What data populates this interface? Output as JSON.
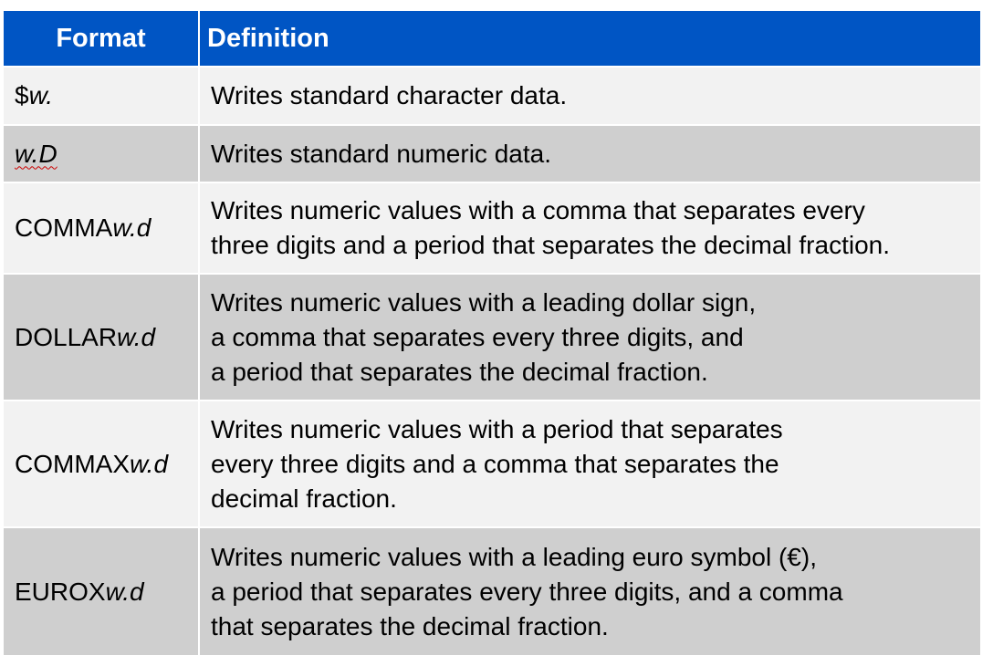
{
  "header": {
    "format": "Format",
    "definition": "Definition"
  },
  "rows": [
    {
      "prefix": "$",
      "suffix": "w.",
      "definition": "Writes standard character data."
    },
    {
      "prefix": "",
      "suffix": "w.D",
      "definition": "Writes standard numeric data."
    },
    {
      "prefix": "COMMA",
      "suffix": "w.d",
      "definition": "Writes numeric values with a comma that separates every\nthree digits and a period that separates the decimal fraction."
    },
    {
      "prefix": "DOLLAR",
      "suffix": "w.d",
      "definition": "Writes numeric values with a leading dollar sign,\na comma that separates every three digits, and\na period that separates the decimal fraction."
    },
    {
      "prefix": "COMMAX",
      "suffix": "w.d",
      "definition": "Writes numeric values with a period that separates\nevery three digits and a comma that separates the\ndecimal fraction."
    },
    {
      "prefix": "EUROX",
      "suffix": "w.d",
      "definition": "Writes numeric values with a leading euro symbol (€),\na period that separates every three digits, and a comma\nthat separates the decimal fraction."
    }
  ],
  "colors": {
    "header_bg": "#0055c4",
    "row_light": "#f2f2f2",
    "row_dark": "#cfcfcf"
  }
}
